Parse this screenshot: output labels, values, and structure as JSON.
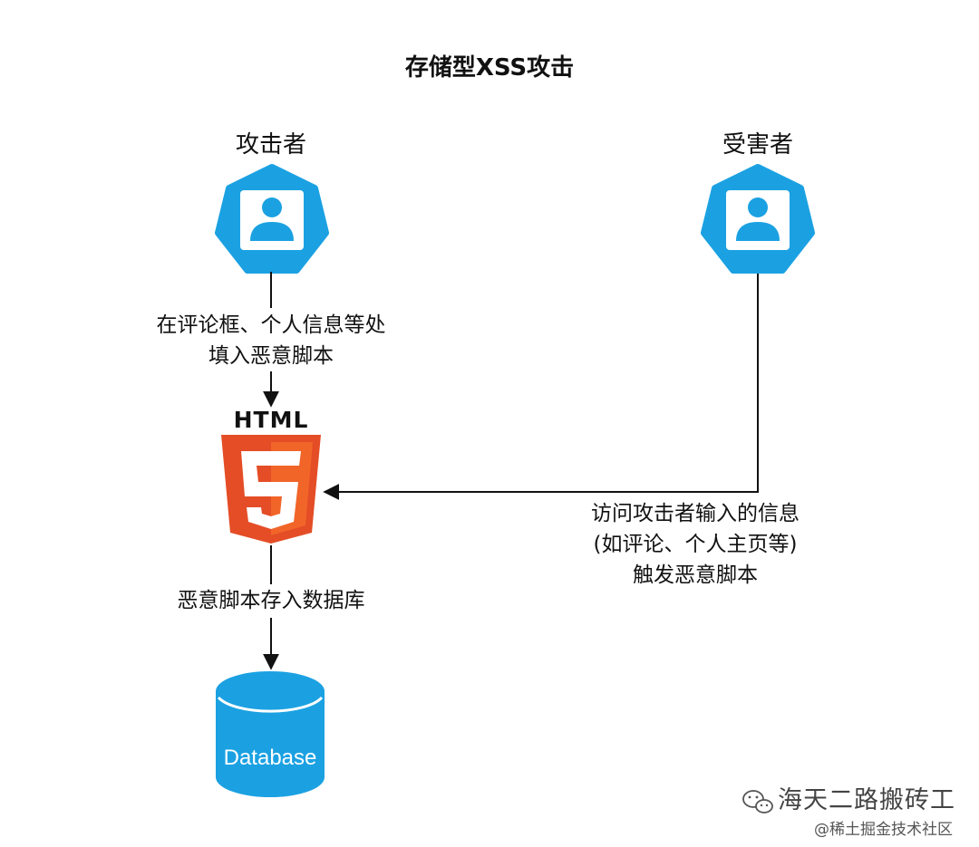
{
  "diagram": {
    "title": "存储型XSS攻击",
    "attacker": {
      "label": "攻击者"
    },
    "victim": {
      "label": "受害者"
    },
    "html_node": {
      "label": "HTML",
      "glyph": "5"
    },
    "database": {
      "label": "Database"
    },
    "edges": {
      "attacker_to_html": [
        "在评论框、个人信息等处",
        "填入恶意脚本"
      ],
      "html_to_db": [
        "恶意脚本存入数据库"
      ],
      "victim_to_html": [
        "访问攻击者输入的信息",
        "(如评论、个人主页等)",
        "触发恶意脚本"
      ]
    }
  },
  "watermark": {
    "name": "海天二路搬砖工",
    "site": "@稀土掘金技术社区"
  },
  "colors": {
    "actor_blue": "#1BA1E2",
    "db_blue": "#1BA1E2",
    "html_orange": "#E44D26",
    "html_orange_light": "#F16529",
    "line": "#111111"
  }
}
